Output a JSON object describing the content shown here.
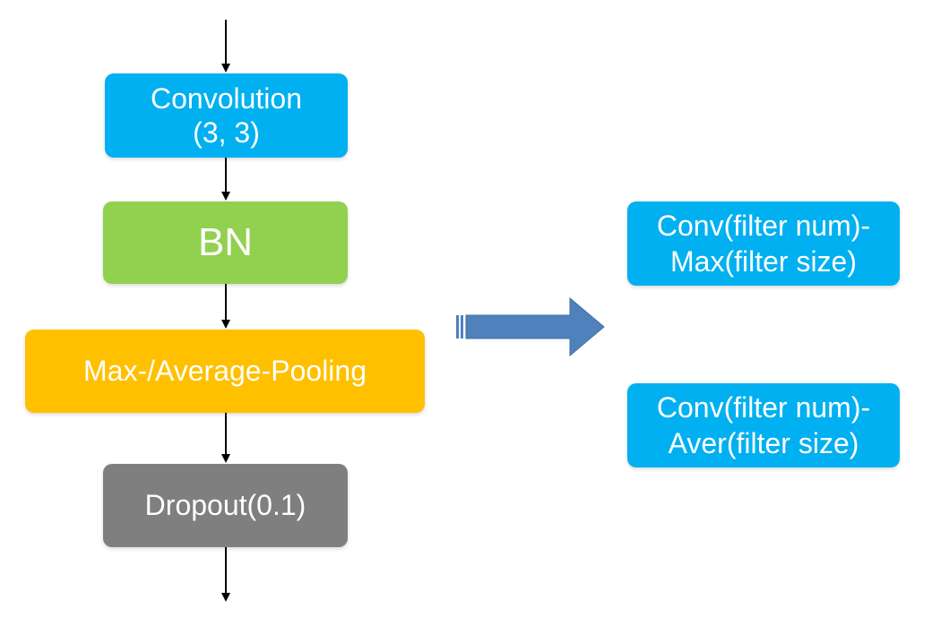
{
  "flow": {
    "convolution": {
      "line1": "Convolution",
      "line2": "(3, 3)"
    },
    "bn": {
      "label": "BN"
    },
    "pooling": {
      "label": "Max-/Average-Pooling"
    },
    "dropout": {
      "label": "Dropout(0.1)"
    }
  },
  "results": [
    {
      "line1": "Conv(filter num)-",
      "line2": "Max(filter size)"
    },
    {
      "line1": "Conv(filter num)-",
      "line2": "Aver(filter size)"
    }
  ],
  "colors": {
    "convolution": "#00b0f0",
    "bn": "#92d050",
    "pooling": "#ffc000",
    "dropout": "#7f7f7f",
    "block_arrow": "#4f81bd",
    "arrow_line": "#000000"
  }
}
